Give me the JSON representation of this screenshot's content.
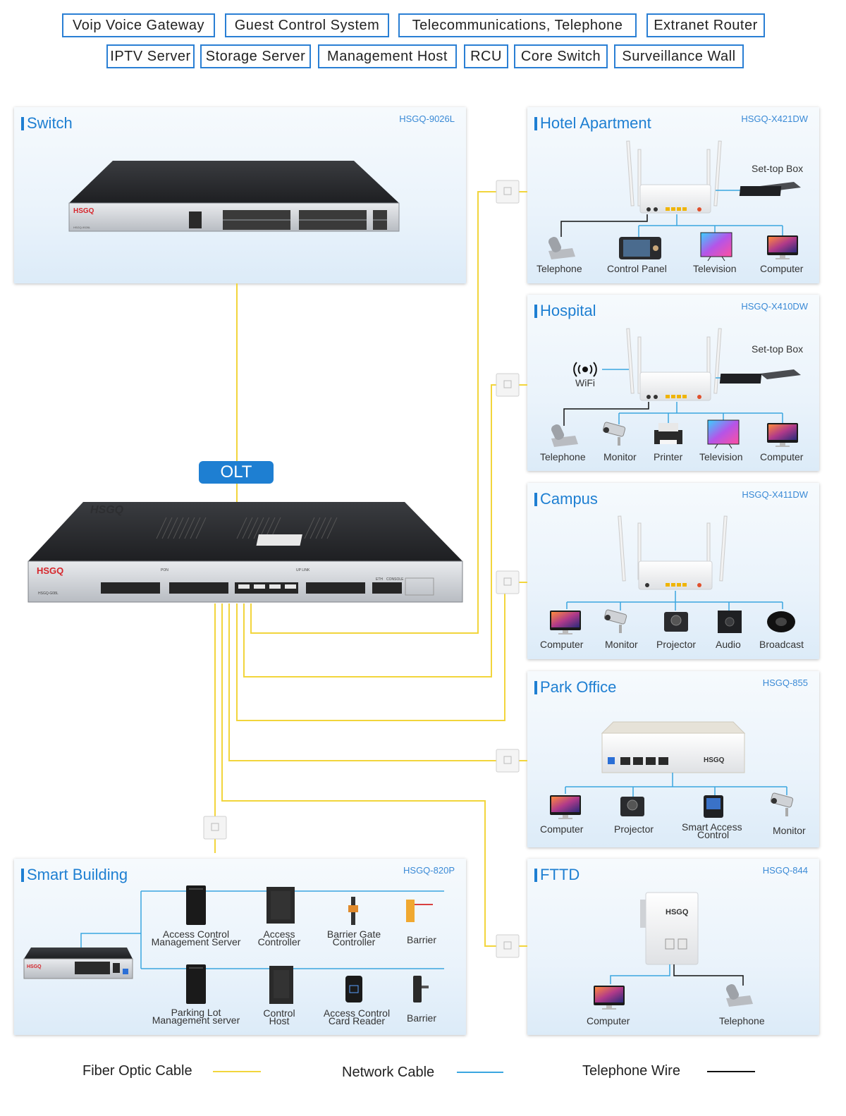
{
  "tags_row1": [
    "Voip Voice Gateway",
    "Guest Control System",
    "Telecommunications, Telephone",
    "Extranet Router"
  ],
  "tags_row2": [
    "IPTV Server",
    "Storage Server",
    "Management Host",
    "RCU",
    "Core Switch",
    "Surveillance Wall"
  ],
  "olt": {
    "label": "OLT",
    "brand": "HSGQ",
    "model": "HSGQ-G08L",
    "pon_label": "PON",
    "uplink_label": "UP LINK",
    "eth_label": "ETH",
    "console_label": "CONSOLE"
  },
  "switch_panel": {
    "title": "Switch",
    "model": "HSGQ-9026L",
    "brand": "HSGQ",
    "device_model": "HSGQ-9026L"
  },
  "hotel": {
    "title": "Hotel Apartment",
    "model": "HSGQ-X421DW",
    "stb_label": "Set-top Box",
    "devices": [
      "Telephone",
      "Control Panel",
      "Television",
      "Computer"
    ]
  },
  "hospital": {
    "title": "Hospital",
    "model": "HSGQ-X410DW",
    "stb_label": "Set-top Box",
    "wifi_label": "WiFi",
    "devices": [
      "Telephone",
      "Monitor",
      "Printer",
      "Television",
      "Computer"
    ]
  },
  "campus": {
    "title": "Campus",
    "model": "HSGQ-X411DW",
    "devices": [
      "Computer",
      "Monitor",
      "Projector",
      "Audio",
      "Broadcast"
    ]
  },
  "park_office": {
    "title": "Park Office",
    "model": "HSGQ-855",
    "brand": "HSGQ",
    "devices": [
      "Computer",
      "Projector",
      "Smart Access",
      "Control",
      "Monitor"
    ]
  },
  "smart_building": {
    "title": "Smart Building",
    "model": "HSGQ-820P",
    "brand": "HSGQ",
    "top_devices": [
      {
        "line1": "Access Control",
        "line2": "Management Server"
      },
      {
        "line1": "Access",
        "line2": "Controller"
      },
      {
        "line1": "Barrier Gate",
        "line2": "Controller"
      },
      {
        "line1": "Barrier",
        "line2": ""
      }
    ],
    "bottom_devices": [
      {
        "line1": "Parking Lot",
        "line2": "Management server"
      },
      {
        "line1": "Control",
        "line2": "Host"
      },
      {
        "line1": "Access Control",
        "line2": "Card Reader"
      },
      {
        "line1": "Barrier",
        "line2": ""
      }
    ]
  },
  "fttd": {
    "title": "FTTD",
    "model": "HSGQ-844",
    "brand": "HSGQ",
    "devices": [
      "Computer",
      "Telephone"
    ]
  },
  "legend": {
    "fiber": "Fiber Optic Cable",
    "network": "Network Cable",
    "telephone": "Telephone Wire",
    "fiber_color": "#f2d53c",
    "network_color": "#3aa6e0",
    "telephone_color": "#111111"
  },
  "colors": {
    "accent": "#1e7fd2",
    "tag_border": "#2a7fd4"
  }
}
